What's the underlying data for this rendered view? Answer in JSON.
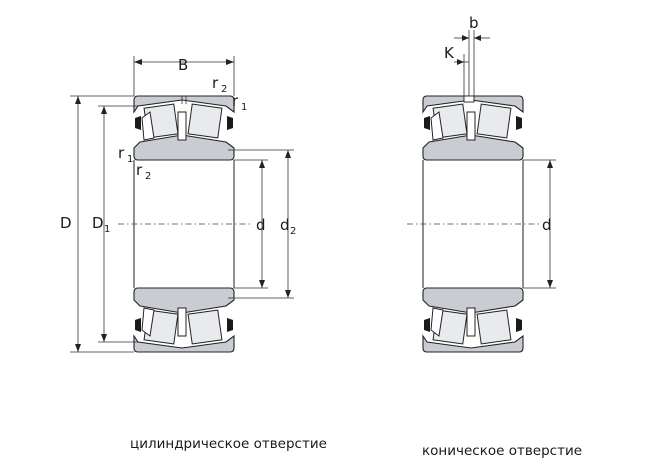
{
  "cylindrical": {
    "label_B": "B",
    "label_D": "D",
    "label_D1_main": "D",
    "label_D1_sub": "1",
    "label_d": "d",
    "label_d2_main": "d",
    "label_d2_sub": "2",
    "label_r1_main": "r",
    "label_r1_sub": "1",
    "label_r2_main": "r",
    "label_r2_sub": "2",
    "caption": "цилиндрическое отверстие"
  },
  "tapered": {
    "label_K": "K",
    "label_b": "b",
    "label_d": "d",
    "caption": "коническое отверстие"
  },
  "colors": {
    "ring_fill": "#c9ccd3",
    "line": "#222222"
  }
}
